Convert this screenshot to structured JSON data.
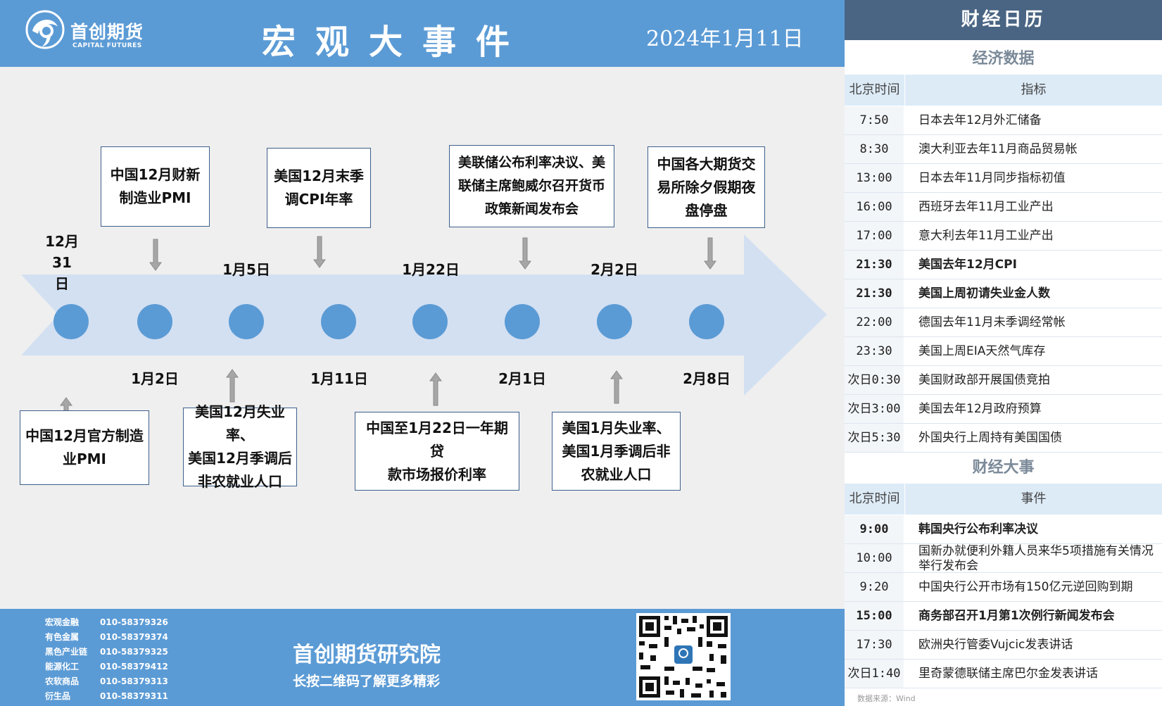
{
  "header": {
    "logo_cn": "首创期货",
    "logo_en": "CAPITAL FUTURES",
    "title": "宏观大事件",
    "date": "2024年1月11日"
  },
  "timeline": {
    "date_labels": [
      "12月31\n日",
      "1月2日",
      "1月5日",
      "1月11日",
      "1月22日",
      "2月1日",
      "2月2日",
      "2月8日"
    ],
    "top_events": [
      "中国12月财新\n制造业PMI",
      "美国12月末季\n调CPI年率",
      "美联储公布利率决议、美\n联储主席鲍威尔召开货币\n政策新闻发布会",
      "中国各大期货交\n易所除夕假期夜\n盘停盘"
    ],
    "bottom_events": [
      "中国12月官方制造\n业PMI",
      "美国12月失业率、\n美国12月季调后\n非农就业人口",
      "中国至1月22日一年期贷\n款市场报价利率",
      "美国1月失业率、\n美国1月季调后非\n农就业人口"
    ]
  },
  "footer": {
    "contacts": [
      {
        "dept": "宏观金融",
        "phone": "010-58379326"
      },
      {
        "dept": "有色金属",
        "phone": "010-58379374"
      },
      {
        "dept": "黑色产业链",
        "phone": "010-58379325"
      },
      {
        "dept": "能源化工",
        "phone": "010-58379412"
      },
      {
        "dept": "农软商品",
        "phone": "010-58379313"
      },
      {
        "dept": "衍生品",
        "phone": "010-58379311"
      }
    ],
    "institute": "首创期货研究院",
    "qr_hint": "长按二维码了解更多精彩"
  },
  "calendar": {
    "title": "财经日历",
    "econ_section": "经济数据",
    "col_time": "北京时间",
    "col_indicator": "指标",
    "econ_rows": [
      {
        "time": "7:50",
        "text": "日本去年12月外汇储备",
        "bold": false
      },
      {
        "time": "8:30",
        "text": "澳大利亚去年11月商品贸易帐",
        "bold": false
      },
      {
        "time": "13:00",
        "text": "日本去年11月同步指标初值",
        "bold": false
      },
      {
        "time": "16:00",
        "text": "西班牙去年11月工业产出",
        "bold": false
      },
      {
        "time": "17:00",
        "text": "意大利去年11月工业产出",
        "bold": false
      },
      {
        "time": "21:30",
        "text": "美国去年12月CPI",
        "bold": true
      },
      {
        "time": "21:30",
        "text": "美国上周初请失业金人数",
        "bold": true
      },
      {
        "time": "22:00",
        "text": "德国去年11月未季调经常帐",
        "bold": false
      },
      {
        "time": "23:30",
        "text": "美国上周EIA天然气库存",
        "bold": false
      },
      {
        "time": "次日0:30",
        "text": "美国财政部开展国债竞拍",
        "bold": false
      },
      {
        "time": "次日3:00",
        "text": "美国去年12月政府预算",
        "bold": false
      },
      {
        "time": "次日5:30",
        "text": "外国央行上周持有美国国债",
        "bold": false
      }
    ],
    "events_section": "财经大事",
    "col_event": "事件",
    "event_rows": [
      {
        "time": "9:00",
        "text": "韩国央行公布利率决议",
        "bold": true
      },
      {
        "time": "10:00",
        "text": "国新办就便利外籍人员来华5项措施有关情况举行发布会",
        "bold": false
      },
      {
        "time": "9:20",
        "text": "中国央行公开市场有150亿元逆回购到期",
        "bold": false
      },
      {
        "time": "15:00",
        "text": "商务部召开1月第1次例行新闻发布会",
        "bold": true
      },
      {
        "time": "17:30",
        "text": "欧洲央行管委Vujcic发表讲话",
        "bold": false
      },
      {
        "time": "次日1:40",
        "text": "里奇蒙德联储主席巴尔金发表讲话",
        "bold": false
      }
    ],
    "source": "数据来源：Wind"
  }
}
